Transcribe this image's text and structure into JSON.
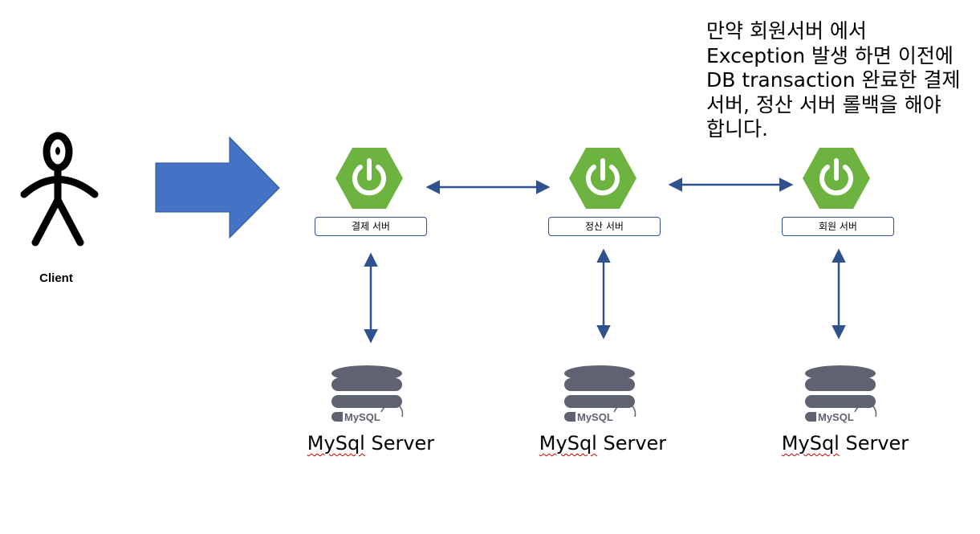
{
  "note": {
    "lines": [
      "만약 회원서버 에서",
      "Exception 발생 하면 이전에",
      "DB transaction 완료한 결제",
      "서버, 정산 서버 롤백을 해야",
      "합니다."
    ]
  },
  "client": {
    "label": "Client"
  },
  "servers": [
    {
      "label": "결제 서버"
    },
    {
      "label": "정산 서버"
    },
    {
      "label": "회원 서버"
    }
  ],
  "databases": [
    {
      "name_word1": "MySql",
      "name_word2": " Server",
      "logo_text": "MySQL"
    },
    {
      "name_word1": "MySql",
      "name_word2": " Server",
      "logo_text": "MySQL"
    },
    {
      "name_word1": "MySql",
      "name_word2": " Server",
      "logo_text": "MySQL"
    }
  ],
  "colors": {
    "arrow_fill": "#4472c4",
    "arrow_stroke": "#2f528f",
    "connector": "#2f528f",
    "spring_green": "#6db33f",
    "db_gray": "#5f6270",
    "mysql_green": "#8cb42f"
  },
  "icons": [
    "person-icon",
    "big-right-arrow-icon",
    "spring-boot-icon",
    "database-icon",
    "mysql-logo-icon"
  ]
}
